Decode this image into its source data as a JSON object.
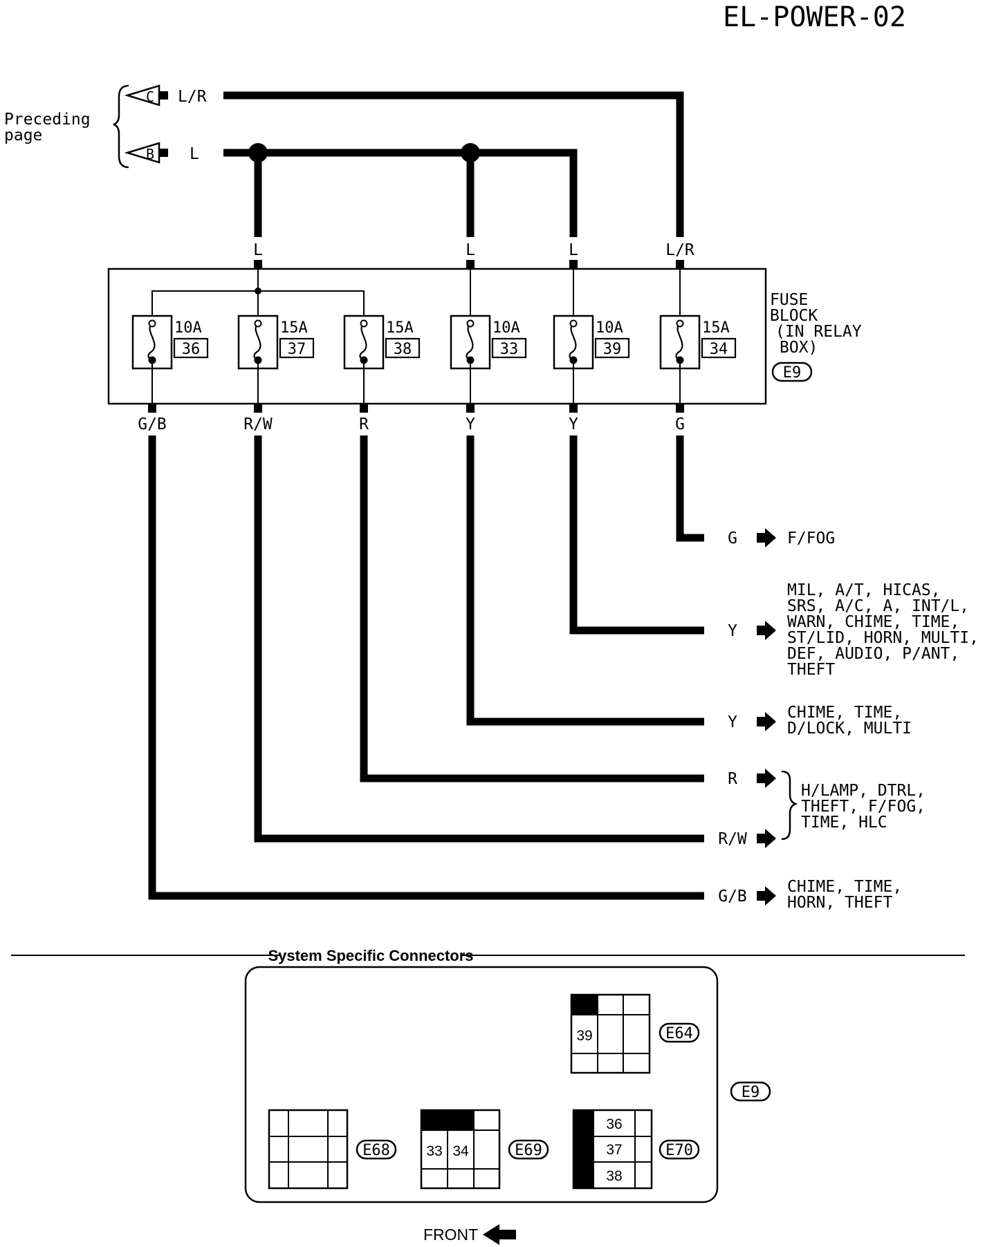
{
  "page_id": "EL-POWER-02",
  "preceding": {
    "label": "Preceding\npage",
    "conn_c": "C",
    "conn_b": "B",
    "wire_c": "L/R",
    "wire_b": "L"
  },
  "top_wires": {
    "w1": "L",
    "w2": "L",
    "w3": "L",
    "w4": "L/R"
  },
  "fuse_block": {
    "label_lines": [
      "FUSE",
      "BLOCK",
      "(IN RELAY",
      "BOX)"
    ],
    "connector": "E9",
    "fuses": [
      {
        "amp": "10A",
        "num": "36",
        "out": "G/B"
      },
      {
        "amp": "15A",
        "num": "37",
        "out": "R/W"
      },
      {
        "amp": "15A",
        "num": "38",
        "out": "R"
      },
      {
        "amp": "10A",
        "num": "33",
        "out": "Y"
      },
      {
        "amp": "10A",
        "num": "39",
        "out": "Y"
      },
      {
        "amp": "15A",
        "num": "34",
        "out": "G"
      }
    ]
  },
  "outputs": {
    "g": {
      "wire": "G",
      "lines": [
        "F/FOG"
      ]
    },
    "y1": {
      "wire": "Y",
      "lines": [
        "MIL, A/T, HICAS,",
        "SRS, A/C, A, INT/L,",
        "WARN, CHIME, TIME,",
        "ST/LID, HORN, MULTI,",
        "DEF, AUDIO, P/ANT,",
        "THEFT"
      ]
    },
    "y2": {
      "wire": "Y",
      "lines": [
        "CHIME, TIME,",
        "D/LOCK, MULTI"
      ]
    },
    "r": {
      "wire": "R"
    },
    "rw": {
      "wire": "R/W",
      "lines": [
        "H/LAMP, DTRL,",
        "THEFT, F/FOG,",
        "TIME, HLC"
      ]
    },
    "gb": {
      "wire": "G/B",
      "lines": [
        "CHIME, TIME,",
        "HORN, THEFT"
      ]
    }
  },
  "connectors_section": {
    "title": "System Specific Connectors",
    "e9": "E9",
    "e64": {
      "label": "E64",
      "pin": "39"
    },
    "e68": {
      "label": "E68"
    },
    "e69": {
      "label": "E69",
      "pins": [
        "33",
        "34"
      ]
    },
    "e70": {
      "label": "E70",
      "pins": [
        "36",
        "37",
        "38"
      ]
    },
    "front": "FRONT"
  }
}
